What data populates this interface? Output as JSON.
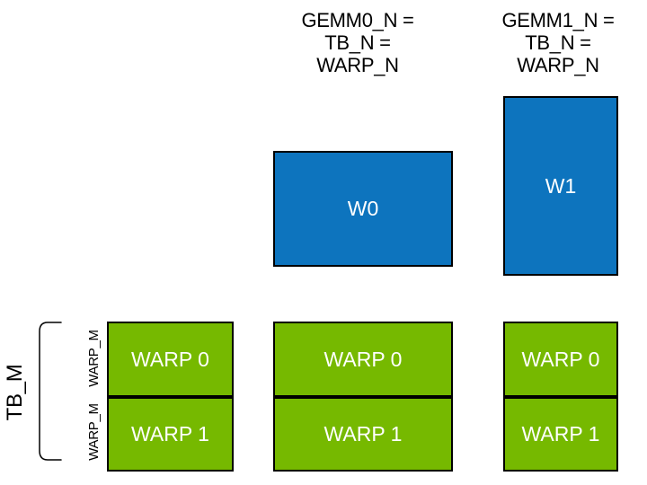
{
  "diagram": {
    "top_labels": [
      {
        "lines": [
          "GEMM0_N =",
          "TB_N =",
          "WARP_N"
        ]
      },
      {
        "lines": [
          "GEMM1_N =",
          "TB_N =",
          "WARP_N"
        ]
      }
    ],
    "blue_boxes": [
      {
        "label": "W0"
      },
      {
        "label": "W1"
      }
    ],
    "warp_columns": [
      {
        "cells": [
          "WARP 0",
          "WARP 1"
        ]
      },
      {
        "cells": [
          "WARP 0",
          "WARP 1"
        ]
      },
      {
        "cells": [
          "WARP 0",
          "WARP 1"
        ]
      }
    ],
    "left_labels": {
      "tb": "TB_M",
      "warp_top": "WARP_M",
      "warp_bottom": "WARP_M"
    },
    "colors": {
      "blue": "#0d74be",
      "green": "#76b900",
      "outline": "#000000",
      "box_text": "#ffffff",
      "label_text": "#000000"
    }
  }
}
